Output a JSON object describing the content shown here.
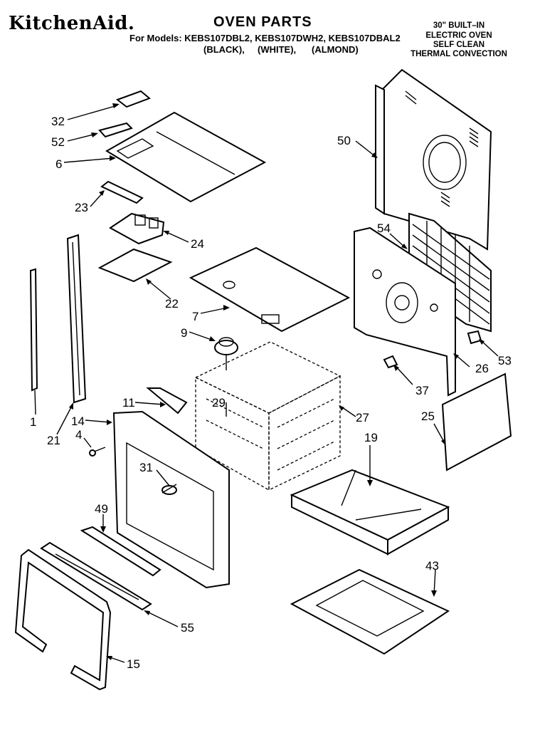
{
  "header": {
    "brand": "KitchenAid.",
    "title": "OVEN PARTS",
    "models_line": "For Models: KEBS107DBL2, KEBS107DWH2, KEBS107DBAL2",
    "color_black": "(BLACK),",
    "color_white": "(WHITE),",
    "color_almond": "(ALMOND)",
    "spec_lines": [
      "30\" BUILT–IN",
      "ELECTRIC OVEN",
      "SELF CLEAN",
      "THERMAL CONVECTION"
    ]
  },
  "callouts": {
    "c1": "1",
    "c4": "4",
    "c6": "6",
    "c7": "7",
    "c9": "9",
    "c11": "11",
    "c14": "14",
    "c15": "15",
    "c19": "19",
    "c21": "21",
    "c22": "22",
    "c23": "23",
    "c24": "24",
    "c25": "25",
    "c26": "26",
    "c27": "27",
    "c29": "29",
    "c31": "31",
    "c32": "32",
    "c37": "37",
    "c43": "43",
    "c49": "49",
    "c50": "50",
    "c52": "52",
    "c53": "53",
    "c54": "54",
    "c55": "55"
  }
}
